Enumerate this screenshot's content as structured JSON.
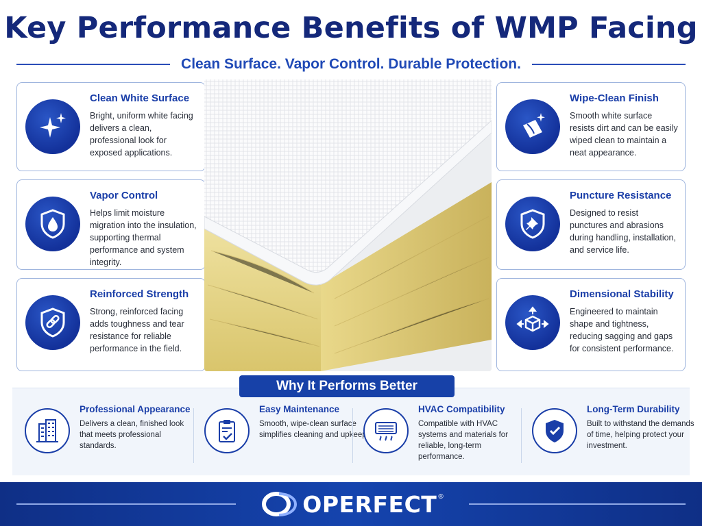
{
  "header": {
    "title": "Key Performance Benefits of WMP Facing",
    "subtitle": "Clean Surface. Vapor Control. Durable Protection."
  },
  "left_cards": [
    {
      "title": "Clean White Surface",
      "description": "Bright, uniform white facing delivers a clean, professional look for exposed applications.",
      "icon": "sparkle-icon"
    },
    {
      "title": "Vapor Control",
      "description": "Helps limit moisture migration into the insulation, supporting thermal performance and system integrity.",
      "icon": "shield-water-drop-icon"
    },
    {
      "title": "Reinforced Strength",
      "description": "Strong, reinforced facing adds toughness and tear resistance for reliable performance in the field.",
      "icon": "shield-chain-link-icon"
    }
  ],
  "right_cards": [
    {
      "title": "Wipe-Clean Finish",
      "description": "Smooth white surface resists dirt and can be easily wiped clean to maintain a neat appearance.",
      "icon": "cleaning-cloth-icon"
    },
    {
      "title": "Puncture Resistance",
      "description": "Designed to resist punctures and abrasions during handling, installation, and service life.",
      "icon": "shield-pushpin-icon"
    },
    {
      "title": "Dimensional Stability",
      "description": "Engineered to maintain shape and tightness, reducing sagging and gaps for consistent performance.",
      "icon": "cube-arrows-icon"
    }
  ],
  "why": {
    "heading": "Why It Performs Better",
    "items": [
      {
        "title": "Professional Appearance",
        "description": "Delivers a clean, finished look that meets professional standards.",
        "icon": "building-icon"
      },
      {
        "title": "Easy Maintenance",
        "description": "Smooth, wipe-clean surface simplifies cleaning and upkeep.",
        "icon": "clipboard-check-icon"
      },
      {
        "title": "HVAC Compatibility",
        "description": "Compatible with HVAC systems and materials for reliable, long-term performance.",
        "icon": "air-vent-icon"
      },
      {
        "title": "Long-Term Durability",
        "description": "Built to withstand the demands of time, helping protect your investment.",
        "icon": "shield-check-icon"
      }
    ]
  },
  "footer": {
    "brand": "OPERFECT",
    "registered_mark": "®"
  },
  "colors": {
    "navy": "#14287a",
    "accent_blue": "#1a3ea8",
    "footer_blue": "#1544ae",
    "insulation_yellow": "#e8d98a"
  }
}
